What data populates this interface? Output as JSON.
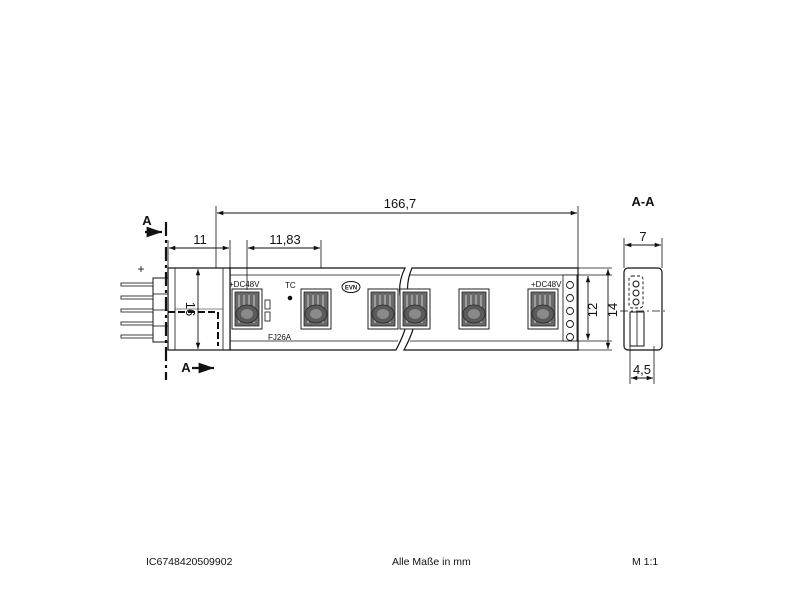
{
  "dimensions": {
    "length": "166,7",
    "connector_length": "11",
    "led_pitch": "11,83",
    "connector_height": "16",
    "strip_inner_height": "12",
    "strip_outer_height": "14",
    "section_width": "7",
    "section_inner_width": "4,5"
  },
  "labels": {
    "section_top": "A",
    "section_bottom": "A",
    "section_view_title": "A-A",
    "plus_sign": "+",
    "voltage_left": "+DC48V",
    "voltage_right": "+DC48V",
    "tc_mark": "TC",
    "model_code": "FJ26A",
    "logo_text": "EVN"
  },
  "footer": {
    "article_number": "IC6748420509902",
    "units_note": "Alle Maße in mm",
    "scale": "M 1:1"
  }
}
